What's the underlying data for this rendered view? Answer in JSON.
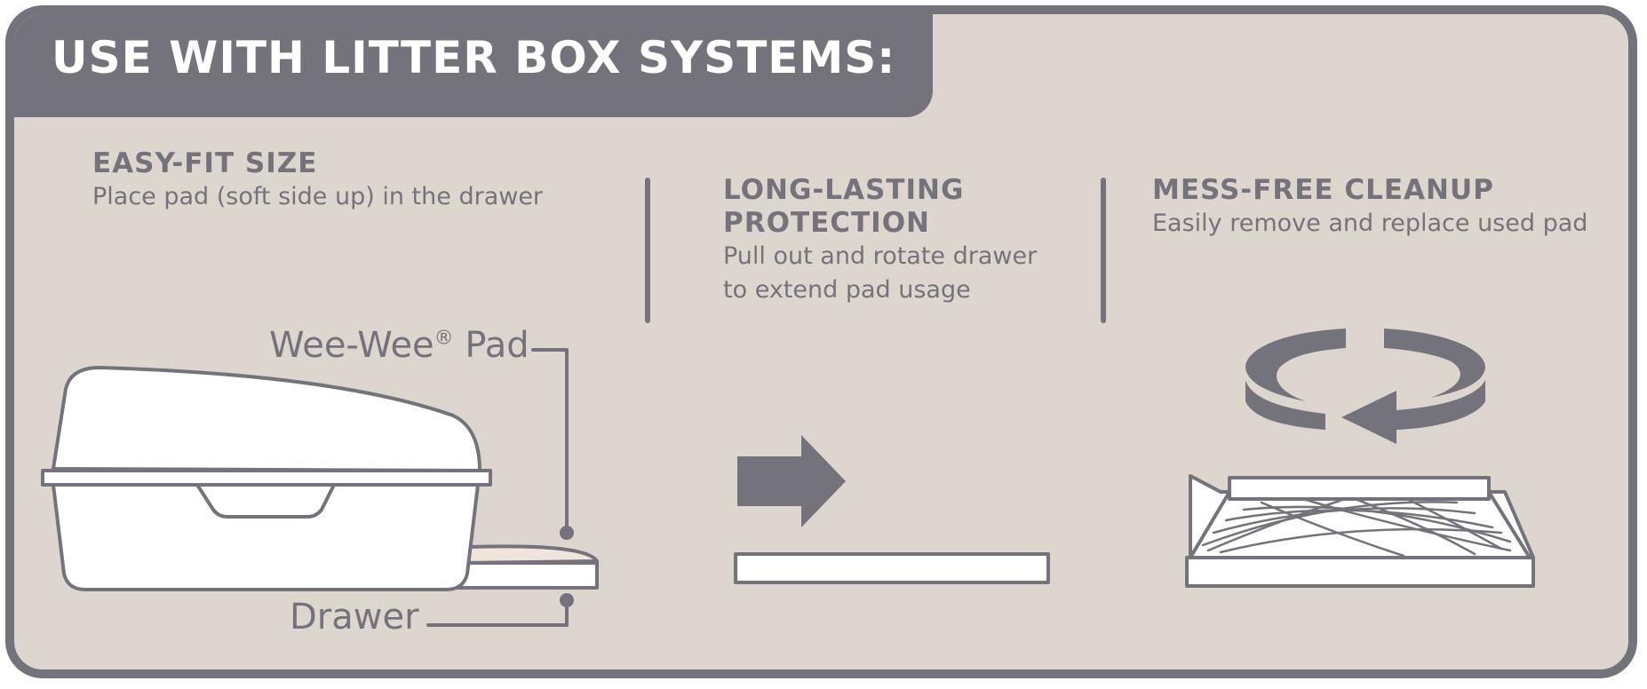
{
  "header": {
    "title": "USE WITH LITTER BOX SYSTEMS:"
  },
  "columns": [
    {
      "heading": "EASY-FIT SIZE",
      "lines": [
        "Place pad (soft side up) in the drawer"
      ]
    },
    {
      "heading_lines": [
        "LONG-LASTING",
        "PROTECTION"
      ],
      "lines": [
        "Pull out and rotate drawer",
        "to extend pad usage"
      ]
    },
    {
      "heading": "MESS-FREE CLEANUP",
      "lines": [
        "Easily remove and replace used pad"
      ]
    }
  ],
  "labels": {
    "pad_name": "Wee-Wee",
    "pad_mark": "®",
    "pad_suffix": " Pad",
    "drawer": "Drawer"
  },
  "icons": [
    "litter-box-icon",
    "right-arrow-icon",
    "pad-strip-icon",
    "rotate-arrows-icon",
    "used-pad-tray-icon"
  ],
  "colors": {
    "accent": "#74737c",
    "background": "#ddd6cf",
    "pad": "#efe5dc"
  }
}
